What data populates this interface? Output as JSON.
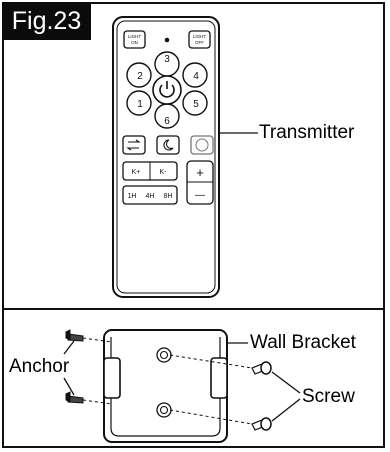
{
  "figure": {
    "tag": "Fig.23"
  },
  "labels": {
    "transmitter": "Transmitter",
    "wall_bracket": "Wall Bracket",
    "anchor": "Anchor",
    "screw": "Screw"
  },
  "remote": {
    "top_buttons": [
      "LIGHT ON",
      "LIGHT OFF"
    ],
    "dial_numbers": [
      "1",
      "2",
      "3",
      "4",
      "5",
      "6"
    ],
    "timer_keys": [
      "1H",
      "4H",
      "8H"
    ],
    "k_keys": [
      "K+",
      "K-"
    ],
    "plus": "+",
    "minus": "—"
  }
}
